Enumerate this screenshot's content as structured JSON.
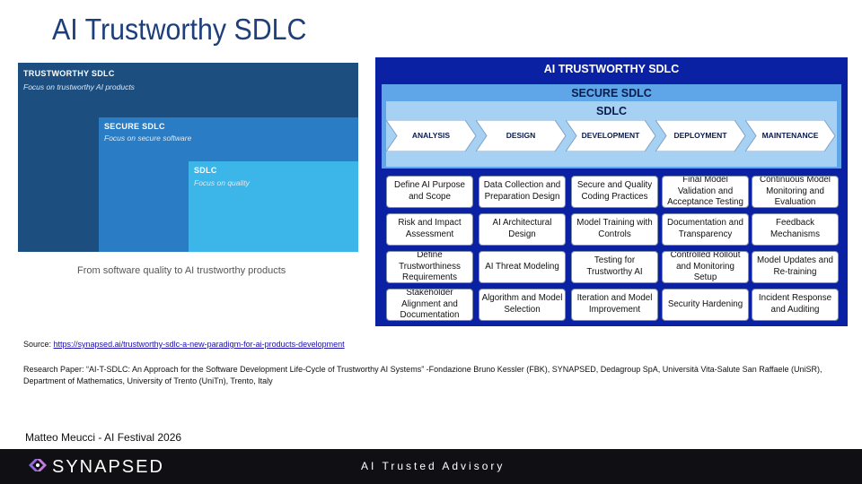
{
  "slide_title": "AI Trustworthy SDLC",
  "left_diagram": {
    "outer": {
      "title": "TRUSTWORTHY SDLC",
      "subtitle": "Focus on trustworthy AI products"
    },
    "middle": {
      "title": "SECURE SDLC",
      "subtitle": "Focus on secure software"
    },
    "inner": {
      "title": "SDLC",
      "subtitle": "Focus on quality"
    },
    "caption": "From software quality to AI trustworthy products"
  },
  "right_diagram": {
    "title": "AI TRUSTWORTHY SDLC",
    "secure_label": "SECURE SDLC",
    "sdlc_label": "SDLC",
    "phases": [
      "ANALYSIS",
      "DESIGN",
      "DEVELOPMENT",
      "DEPLOYMENT",
      "MAINTENANCE"
    ],
    "columns": [
      [
        "Define AI Purpose and Scope",
        "Risk and Impact Assessment",
        "Define Trustworthiness Requirements",
        "Stakeholder Alignment and Documentation"
      ],
      [
        "Data Collection and Preparation Design",
        "AI Architectural Design",
        "AI Threat Modeling",
        "Algorithm and Model Selection"
      ],
      [
        "Secure and Quality Coding Practices",
        "Model Training with Controls",
        "Testing for Trustworthy AI",
        "Iteration and Model Improvement"
      ],
      [
        "Final Model Validation and Acceptance Testing",
        "Documentation and Transparency",
        "Controlled Rollout and Monitoring Setup",
        "Security Hardening"
      ],
      [
        "Continuous Model Monitoring and Evaluation",
        "Feedback Mechanisms",
        "Model Updates and Re-training",
        "Incident Response and Auditing"
      ]
    ],
    "colors": {
      "panel": "#0b21a3",
      "secure_band": "#5ea6e8",
      "sdlc_band": "#a6d1f2"
    }
  },
  "source": {
    "label": "Source: ",
    "link": "https://synapsed.ai/trustworthy-sdlc-a-new-paradigm-for-ai-products-development"
  },
  "research": "Research Paper: “AI-T-SDLC: An Approach for the Software Development Life-Cycle of Trustworthy AI Systems” -Fondazione Bruno Kessler (FBK), SYNAPSED, Dedagroup SpA, Università Vita-Salute San Raffaele (UniSR), Department of Mathematics, University of Trento (UniTn), Trento, Italy",
  "author": "Matteo Meucci - AI Festival 2026",
  "footer": {
    "brand": "SYNAPSED",
    "tagline": "AI Trusted Advisory",
    "logo_icon": "synapsed-logo-icon"
  }
}
